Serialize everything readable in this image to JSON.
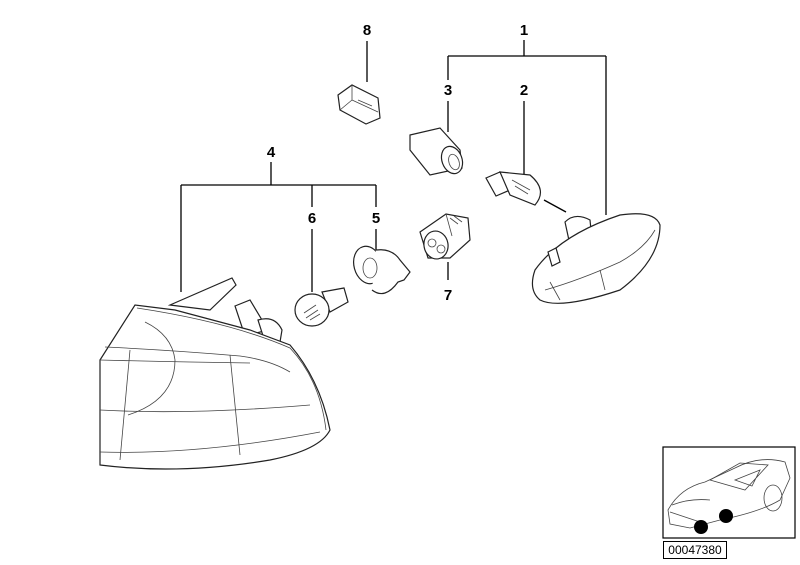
{
  "diagram": {
    "callouts": [
      {
        "id": "1",
        "part": "side-repeater-assembly"
      },
      {
        "id": "2",
        "part": "bulb"
      },
      {
        "id": "3",
        "part": "bulb-socket"
      },
      {
        "id": "4",
        "part": "turn-indicator-assembly"
      },
      {
        "id": "5",
        "part": "bulb-socket"
      },
      {
        "id": "6",
        "part": "bulb"
      },
      {
        "id": "7",
        "part": "socket-connector"
      },
      {
        "id": "8",
        "part": "plug-connector"
      }
    ],
    "reference_code": "00047380"
  }
}
